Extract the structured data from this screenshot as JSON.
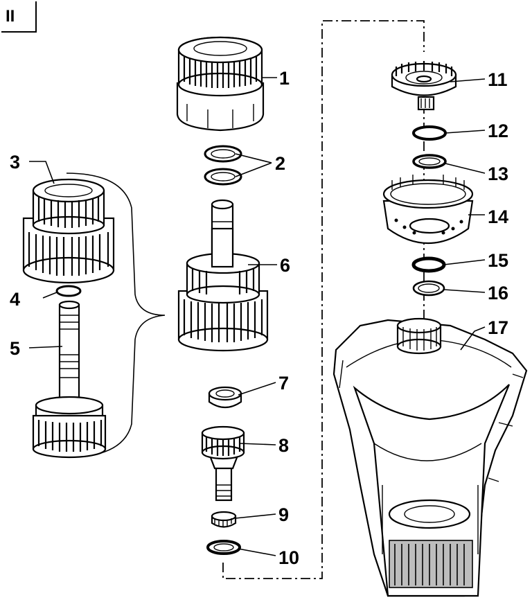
{
  "section_label": "II",
  "callouts": [
    "1",
    "2",
    "3",
    "4",
    "5",
    "6",
    "7",
    "8",
    "9",
    "10",
    "11",
    "12",
    "13",
    "14",
    "15",
    "16",
    "17"
  ]
}
